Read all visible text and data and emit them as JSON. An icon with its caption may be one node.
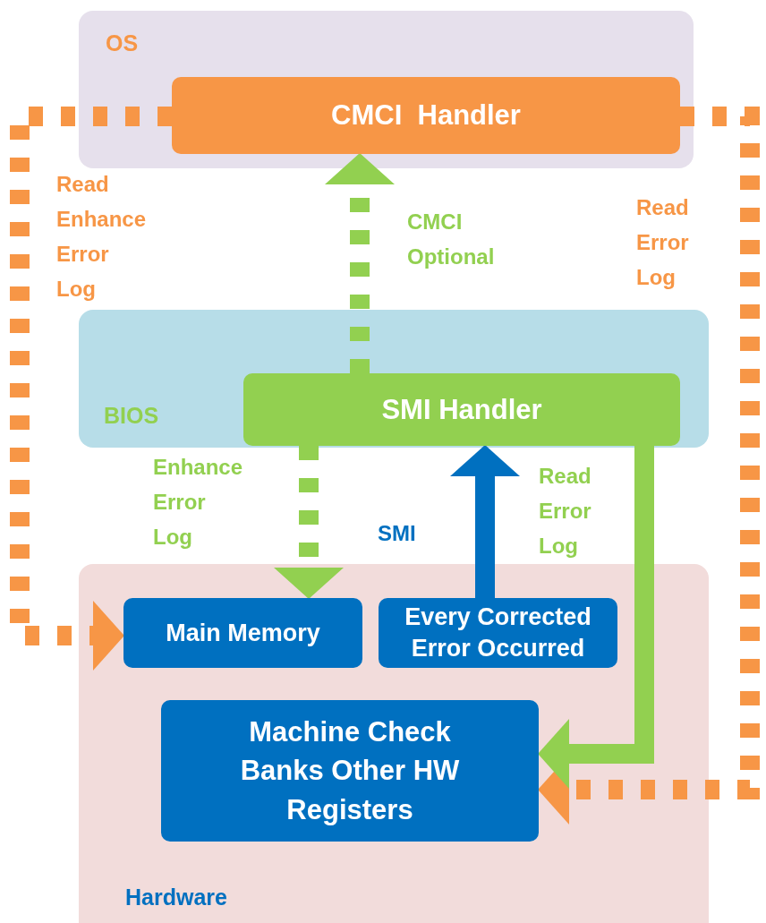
{
  "diagram": {
    "nodes": [
      {
        "text": [
          "OS"
        ]
      },
      {
        "text": [
          "CMCI  Handler"
        ],
        "in": 0
      },
      {
        "text": [
          "BIOS"
        ]
      },
      {
        "text": [
          "SMI Handler"
        ],
        "in": 2
      },
      {
        "text": [
          "Hardware"
        ]
      },
      {
        "text": [
          "Main Memory"
        ],
        "in": 4
      },
      {
        "text": [
          "Every Corrected Error Occurred"
        ],
        "in": 4
      },
      {
        "text": [
          "Machine Check Banks Other HW Registers"
        ],
        "in": 4
      }
    ],
    "edges": [
      {
        "from": 3,
        "to": 1,
        "arrow": "to",
        "label": "CMCI Optional",
        "style": "dashed",
        "color": "#92d050"
      },
      {
        "from": 1,
        "to": 5,
        "arrow": "to",
        "label": "Read Enhance Error Log",
        "style": "dashed",
        "color": "#f79646"
      },
      {
        "from": 1,
        "to": 7,
        "arrow": "to",
        "label": "Read Error Log",
        "style": "dashed",
        "color": "#f79646"
      },
      {
        "from": 3,
        "to": 5,
        "arrow": "to",
        "label": "Enhance Error Log",
        "style": "dashed",
        "color": "#92d050"
      },
      {
        "from": 6,
        "to": 3,
        "arrow": "to",
        "label": "SMI",
        "color": "#0070c0"
      },
      {
        "from": 3,
        "to": 7,
        "arrow": "to",
        "label": "Read Error Log",
        "color": "#92d050"
      }
    ]
  }
}
